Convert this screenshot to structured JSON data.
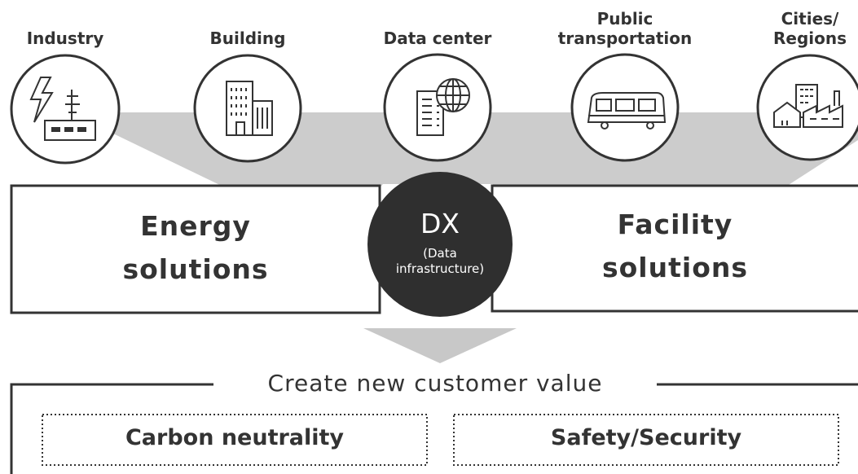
{
  "sectors": [
    {
      "id": "industry",
      "label": "Industry",
      "icon": "factory-power-icon"
    },
    {
      "id": "building",
      "label": "Building",
      "icon": "office-building-icon"
    },
    {
      "id": "datacenter",
      "label": "Data center",
      "icon": "server-globe-icon"
    },
    {
      "id": "transport",
      "label": "Public transportation",
      "label_line1": "Public",
      "label_line2": "transportation",
      "icon": "train-icon"
    },
    {
      "id": "cities",
      "label": "Cities/ Regions",
      "label_line1": "Cities/",
      "label_line2": "Regions",
      "icon": "city-houses-icon"
    }
  ],
  "energy": {
    "line1": "Energy",
    "line2": "solutions"
  },
  "facility": {
    "line1": "Facility",
    "line2": "solutions"
  },
  "dx": {
    "title": "DX",
    "sub_line1": "(Data",
    "sub_line2": "infrastructure)"
  },
  "value": {
    "title": "Create new customer value",
    "items": [
      "Carbon neutrality",
      "Safety/Security"
    ]
  },
  "colors": {
    "funnel": "#cccccc",
    "stroke": "#333333",
    "dx_fill": "#2f2f2f",
    "arrow": "#c8c8c8"
  }
}
